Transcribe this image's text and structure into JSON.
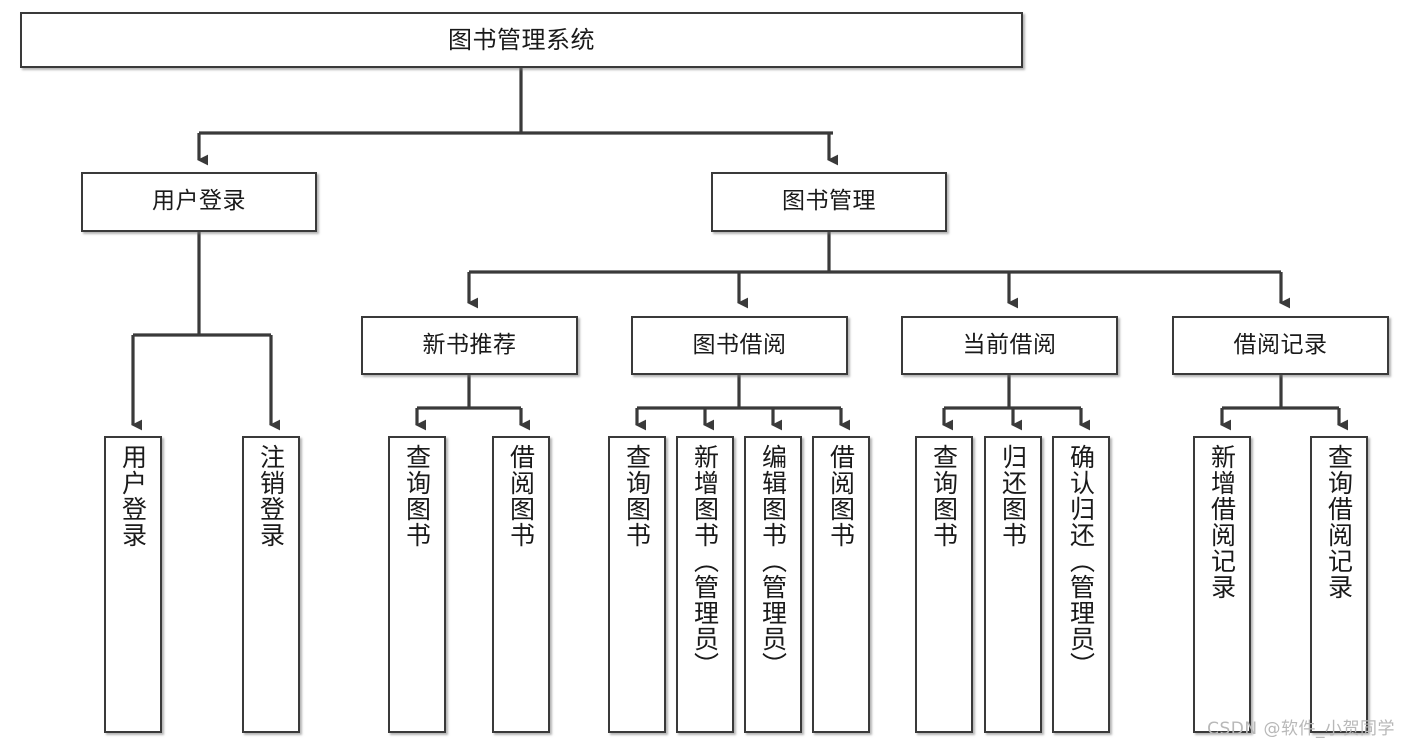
{
  "diagram": {
    "title": "图书管理系统",
    "watermark": "CSDN @软件_小贺同学",
    "levels": {
      "root": {
        "label": "图书管理系统"
      },
      "branches": [
        {
          "label": "用户登录"
        },
        {
          "label": "图书管理"
        }
      ],
      "modules": [
        {
          "label": "新书推荐"
        },
        {
          "label": "图书借阅"
        },
        {
          "label": "当前借阅"
        },
        {
          "label": "借阅记录"
        }
      ],
      "leaves": [
        {
          "label": "用户登录",
          "parent": "用户登录"
        },
        {
          "label": "注销登录",
          "parent": "用户登录"
        },
        {
          "label": "查询图书",
          "parent": "新书推荐"
        },
        {
          "label": "借阅图书",
          "parent": "新书推荐"
        },
        {
          "label": "查询图书",
          "parent": "图书借阅"
        },
        {
          "label": "新增图书（管理员）",
          "parent": "图书借阅"
        },
        {
          "label": "编辑图书（管理员）",
          "parent": "图书借阅"
        },
        {
          "label": "借阅图书",
          "parent": "图书借阅"
        },
        {
          "label": "查询图书",
          "parent": "当前借阅"
        },
        {
          "label": "归还图书",
          "parent": "当前借阅"
        },
        {
          "label": "确认归还（管理员）",
          "parent": "当前借阅"
        },
        {
          "label": "新增借阅记录",
          "parent": "借阅记录"
        },
        {
          "label": "查询借阅记录",
          "parent": "借阅记录"
        }
      ]
    },
    "colors": {
      "border": "#3a3a3a",
      "background": "#ffffff",
      "text": "#1a1a1a",
      "watermark": "#b8b8b8"
    }
  }
}
